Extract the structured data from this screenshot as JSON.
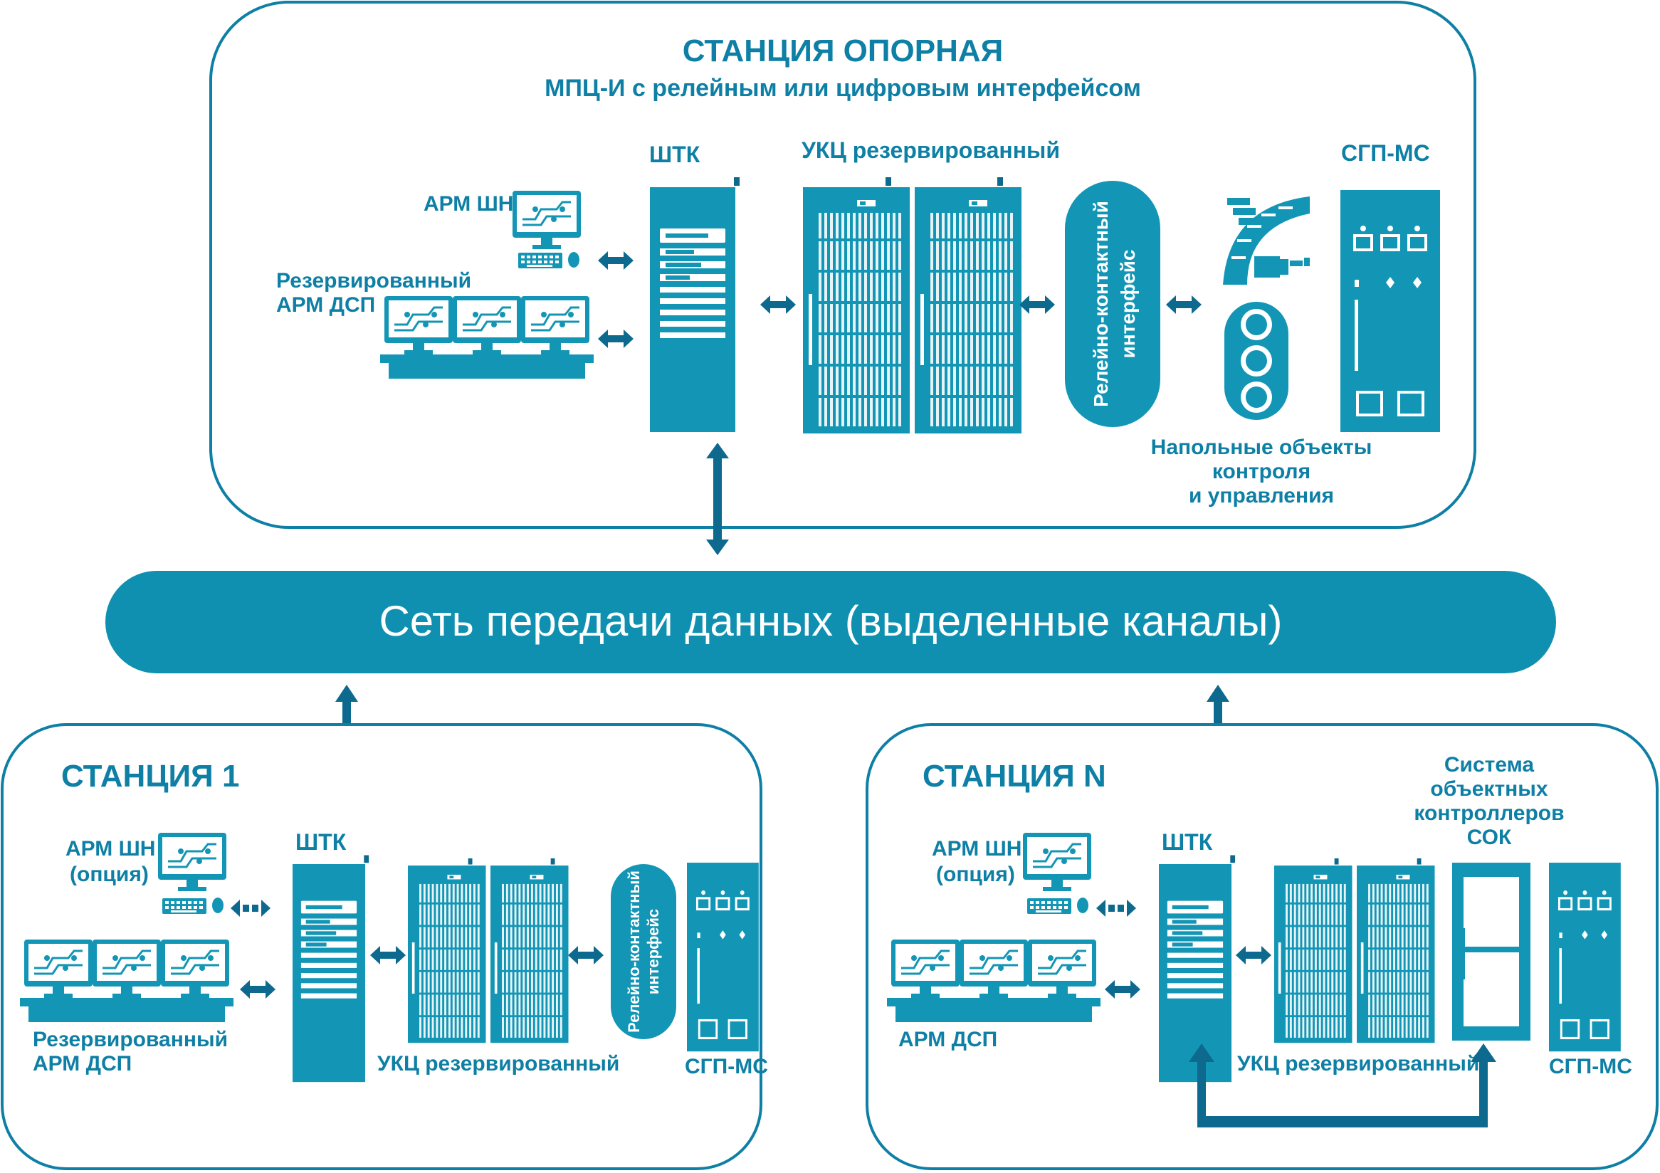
{
  "main_station": {
    "title": "СТАНЦИЯ ОПОРНАЯ",
    "subtitle": "МПЦ-И с релейным или цифровым интерфейсом",
    "labels": {
      "arm_shn": "АРМ ШН",
      "arm_dsp_line1": "Резервированный",
      "arm_dsp_line2": "АРМ ДСП",
      "shtk": "ШТК",
      "ukc": "УКЦ резервированный",
      "relay_interface_line1": "Релейно-контактный",
      "relay_interface_line2": "интерфейс",
      "sgp": "СГП-МС",
      "field_line1": "Напольные объекты",
      "field_line2": "контроля",
      "field_line3": "и управления"
    }
  },
  "network": {
    "label": "Сеть передачи данных (выделенные каналы)"
  },
  "station_1": {
    "title": "СТАНЦИЯ 1",
    "labels": {
      "arm_shn": "АРМ ШН",
      "arm_shn_option": "(опция)",
      "shtk": "ШТК",
      "arm_dsp_line1": "Резервированный",
      "arm_dsp_line2": "АРМ ДСП",
      "ukc": "УКЦ резервированный",
      "relay_interface_line1": "Релейно-контактный",
      "relay_interface_line2": "интерфейс",
      "sgp": "СГП-МС"
    }
  },
  "station_n": {
    "title": "СТАНЦИЯ N",
    "labels": {
      "arm_shn": "АРМ ШН",
      "arm_shn_option": "(опция)",
      "shtk": "ШТК",
      "sok_line1": "Система",
      "sok_line2": "объектных",
      "sok_line3": "контроллеров",
      "sok_line4": "СОК",
      "arm_dsp": "АРМ ДСП",
      "ukc": "УКЦ резервированный",
      "sgp": "СГП-МС"
    }
  },
  "colors": {
    "primary": "#0e7fa5",
    "fill": "#1396b5",
    "dark": "#0d6a8e",
    "network_bar": "#0f90b0",
    "background": "#ffffff"
  },
  "icons": [
    "monitor-icon",
    "keyboard-icon",
    "mouse-icon",
    "server-rack-icon",
    "traffic-light-icon",
    "rail-switch-icon",
    "double-arrow-icon"
  ]
}
